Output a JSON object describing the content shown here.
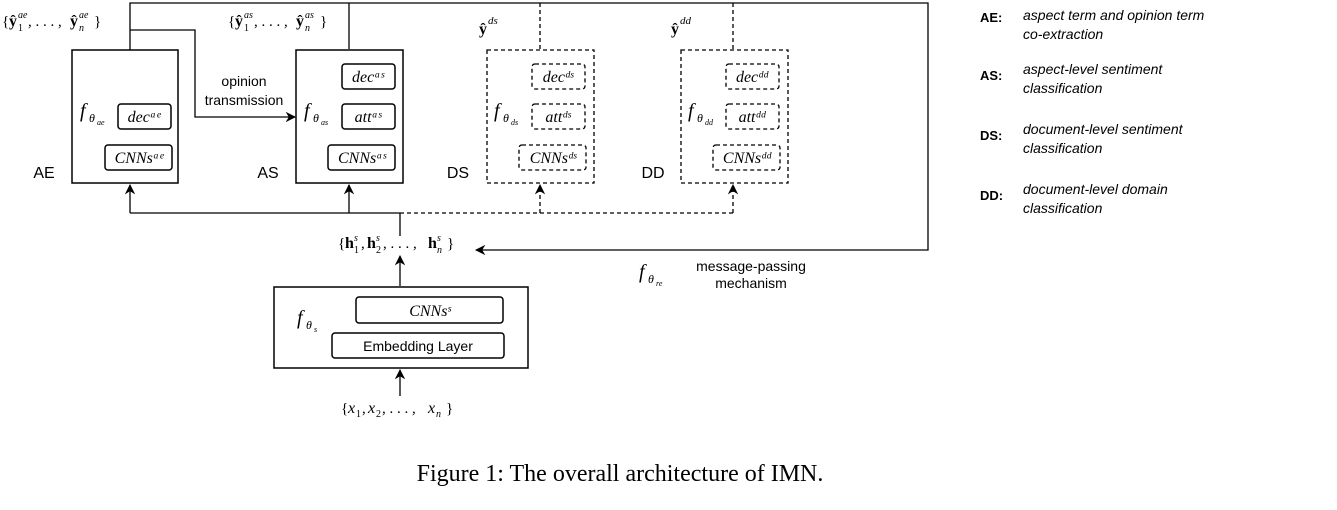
{
  "outputs": {
    "ae": "{ŷ₁ᵃᵉ,…,ŷₙᵃᵉ}",
    "as": "{ŷ₁ᵃˢ,…,ŷₙᵃˢ}",
    "ds": "ŷᵈˢ",
    "dd": "ŷᵈᵈ"
  },
  "tasks": {
    "ae": {
      "tag": "AE",
      "fn": "fθae",
      "components": [
        "decᵃᵉ",
        "CNNsᵃᵉ"
      ]
    },
    "as": {
      "tag": "AS",
      "fn": "fθas",
      "components": [
        "decᵃˢ",
        "attᵃˢ",
        "CNNsᵃˢ"
      ]
    },
    "ds": {
      "tag": "DS",
      "fn": "fθds",
      "components": [
        "decᵈˢ",
        "attᵈˢ",
        "CNNsᵈˢ"
      ]
    },
    "dd": {
      "tag": "DD",
      "fn": "fθdd",
      "components": [
        "decᵈᵈ",
        "attᵈᵈ",
        "CNNsᵈᵈ"
      ]
    }
  },
  "opinion_transmission": [
    "opinion",
    "transmission"
  ],
  "shared_hidden": "{h₁ˢ, h₂ˢ, …, hₙˢ}",
  "message_passing": {
    "fn": "fθre",
    "label": [
      "message-passing",
      "mechanism"
    ]
  },
  "shared_encoder": {
    "fn": "fθs",
    "cnn": "CNNsˢ",
    "embedding": "Embedding Layer"
  },
  "input": "{x₁, x₂, …, xₙ}",
  "legend": [
    {
      "key": "AE:",
      "lines": [
        "aspect term and opinion term",
        "co-extraction"
      ]
    },
    {
      "key": "AS:",
      "lines": [
        "aspect-level sentiment",
        "classification"
      ]
    },
    {
      "key": "DS:",
      "lines": [
        "document-level sentiment",
        "classification"
      ]
    },
    {
      "key": "DD:",
      "lines": [
        "document-level domain",
        "classification"
      ]
    }
  ],
  "caption": "Figure 1: The overall architecture of IMN."
}
